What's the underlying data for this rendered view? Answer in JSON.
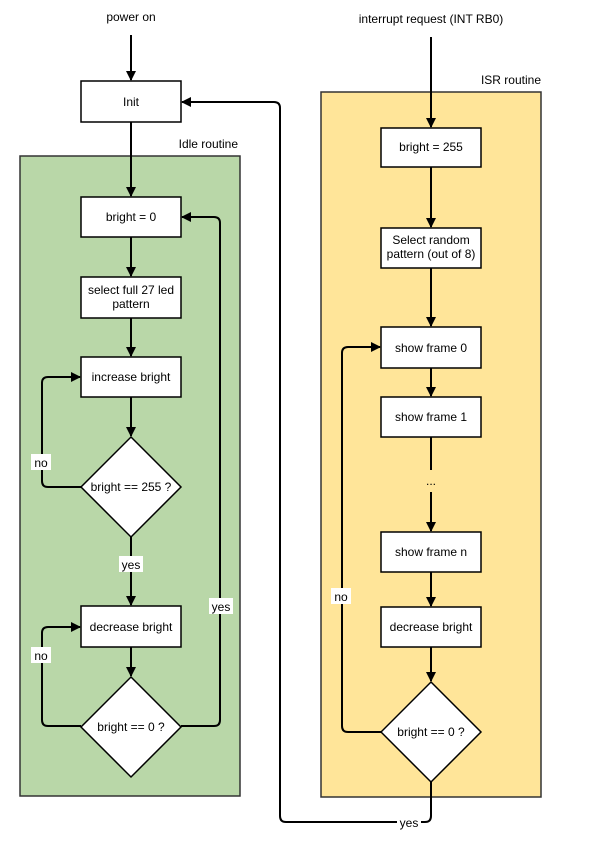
{
  "colors": {
    "idle_fill": "#b9d7a8",
    "idle_stroke": "#333333",
    "isr_fill": "#ffe599",
    "isr_stroke": "#333333",
    "node_fill": "#ffffff",
    "line": "#000000"
  },
  "start_labels": {
    "power_on": "power on",
    "interrupt": "interrupt request (INT RB0)"
  },
  "containers": {
    "idle": "Idle routine",
    "isr": "ISR routine"
  },
  "nodes": {
    "init": "Init",
    "idle_bright0": "bright = 0",
    "idle_select": [
      "select full 27 led",
      "pattern"
    ],
    "idle_increase": "increase bright",
    "idle_check255": "bright == 255 ?",
    "idle_decrease": "decrease bright",
    "idle_check0": "bright == 0 ?",
    "isr_bright255": "bright = 255",
    "isr_select": [
      "Select random",
      "pattern (out of 8)"
    ],
    "isr_frame0": "show frame 0",
    "isr_frame1": "show frame 1",
    "isr_ellipsis": "...",
    "isr_framen": "show frame n",
    "isr_decrease": "decrease bright",
    "isr_check0": "bright == 0 ?"
  },
  "edge_labels": {
    "idle_no_255": "no",
    "idle_yes_255": "yes",
    "idle_no_0": "no",
    "idle_yes_0": "yes",
    "isr_no_0": "no",
    "isr_yes_0": "yes"
  }
}
